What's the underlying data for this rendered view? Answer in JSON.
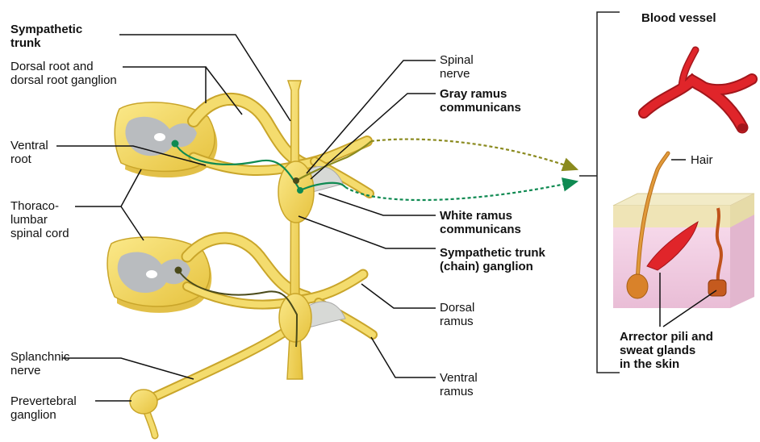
{
  "labels": {
    "sympathetic_trunk": [
      "Sympathetic",
      "trunk"
    ],
    "dorsal_root": [
      "Dorsal root and",
      "dorsal root ganglion"
    ],
    "ventral_root": [
      "Ventral",
      "root"
    ],
    "thoracolumbar": [
      "Thoraco-",
      "lumbar",
      "spinal cord"
    ],
    "splanchnic_nerve": [
      "Splanchnic",
      "nerve"
    ],
    "prevertebral_ganglion": [
      "Prevertebral",
      "ganglion"
    ],
    "spinal_nerve": [
      "Spinal",
      "nerve"
    ],
    "gray_ramus": [
      "Gray ramus",
      "communicans"
    ],
    "white_ramus": [
      "White ramus",
      "communicans"
    ],
    "trunk_ganglion": [
      "Sympathetic trunk",
      "(chain) ganglion"
    ],
    "dorsal_ramus": [
      "Dorsal",
      "ramus"
    ],
    "ventral_ramus": [
      "Ventral",
      "ramus"
    ],
    "blood_vessel": "Blood vessel",
    "hair": "Hair",
    "arrector": [
      "Arrector pili and",
      "sweat glands",
      "in the skin"
    ]
  },
  "colors": {
    "nerve_yellow": "#f2d55a",
    "nerve_outline": "#c9a52a",
    "gray_matter": "#b9bcbf",
    "neuron_green": "#0f8a52",
    "postganglionic_olive": "#8a8a1e",
    "vessel_red": "#e0252a",
    "skin_pink": "#f0cde2",
    "skin_top": "#efe4b6",
    "hair_orange": "#d98a2a"
  }
}
